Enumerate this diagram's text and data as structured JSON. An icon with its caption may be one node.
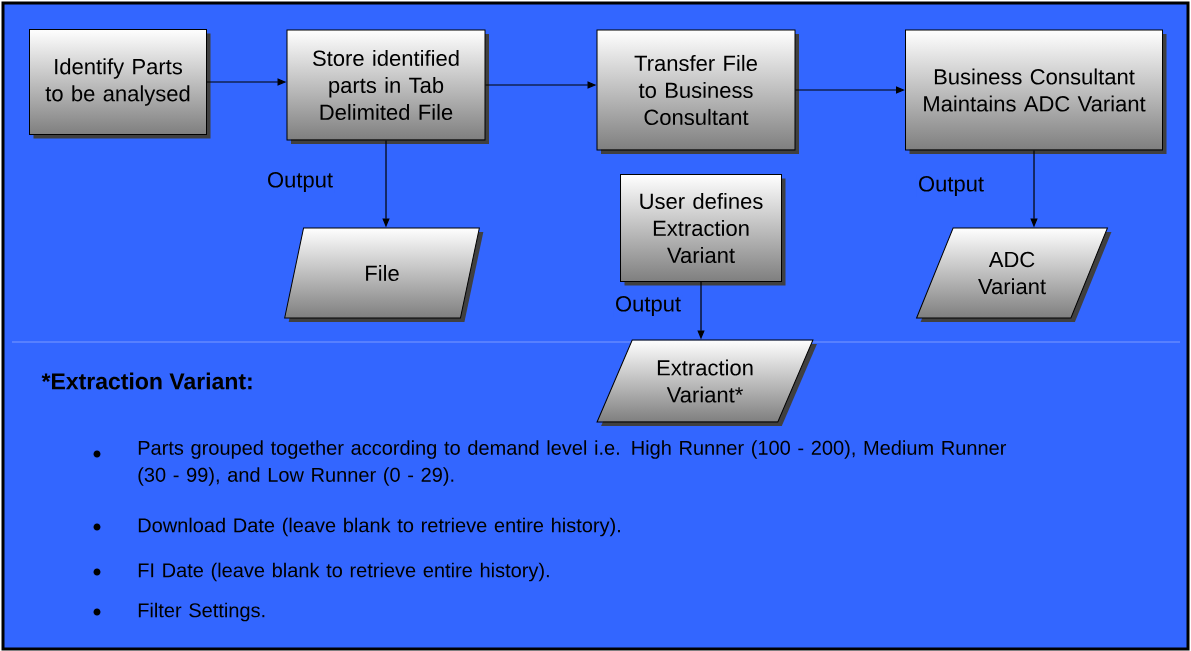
{
  "diagram": {
    "nodes": [
      {
        "text": [
          "Identify Parts to be analysed"
        ]
      },
      {
        "text": [
          "Store identified parts in Tab Delimited File"
        ]
      },
      {
        "text": [
          "Transfer File to Business Consultant"
        ]
      },
      {
        "text": [
          "Business Consultant Maintains ADC Variant"
        ]
      },
      {
        "text": [
          "File"
        ]
      },
      {
        "text": [
          "User defines Extraction Variant"
        ]
      },
      {
        "text": [
          "Extraction Variant*"
        ]
      },
      {
        "text": [
          "ADC Variant"
        ]
      }
    ],
    "edges": [
      {
        "from": 0,
        "to": 1,
        "arrow": "to"
      },
      {
        "from": 1,
        "to": 2,
        "arrow": "to"
      },
      {
        "from": 2,
        "to": 3,
        "arrow": "to"
      },
      {
        "from": 1,
        "to": 4,
        "arrow": "to",
        "label": "Output"
      },
      {
        "from": 5,
        "to": 6,
        "arrow": "to",
        "label": "Output"
      },
      {
        "from": 3,
        "to": 7,
        "arrow": "to",
        "label": "Output"
      }
    ],
    "labels": [
      "*Extraction Variant:",
      "Parts grouped together according to demand level i.e. High Runner (100 - 200), Medium Runner (30 - 99), and Low Runner (0 - 29).",
      "Download Date (leave blank to retrieve entire history).",
      "FI Date (leave blank to retrieve entire history).",
      "Filter Settings."
    ]
  }
}
